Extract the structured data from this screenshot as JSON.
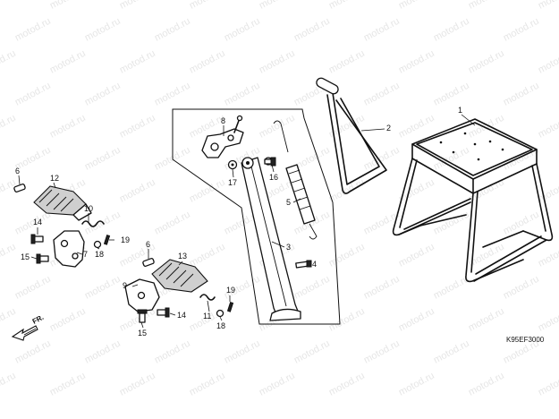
{
  "watermark": {
    "text": "motod.ru"
  },
  "diagram_code": "K95EF3000",
  "direction_label": "FR.",
  "callouts": {
    "c1": "1",
    "c2": "2",
    "c3": "3",
    "c4": "4",
    "c5": "5",
    "c6a": "6",
    "c6b": "6",
    "c7": "7",
    "c8": "8",
    "c9": "9",
    "c10": "10",
    "c11": "11",
    "c12": "12",
    "c13": "13",
    "c14a": "14",
    "c14b": "14",
    "c15a": "15",
    "c15b": "15",
    "c16": "16",
    "c17": "17",
    "c18a": "18",
    "c18b": "18",
    "c19a": "19",
    "c19b": "19"
  }
}
